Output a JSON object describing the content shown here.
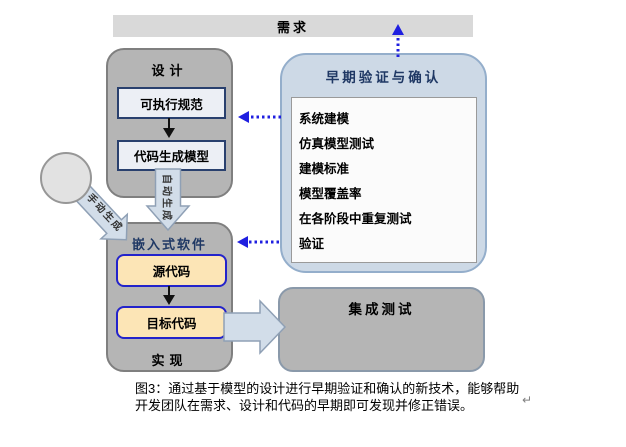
{
  "figure": {
    "caption_line1": "图3：通过基于模型的设计进行早期验证和确认的新技术，能够帮助",
    "caption_line2": "开发团队在需求、设计和代码的早期即可发现并修正错误。",
    "return_mark": "↵"
  },
  "requirements_bar": {
    "label": "需求"
  },
  "design": {
    "title": "设计",
    "executable_spec_label": "可执行规范",
    "codegen_model_label": "代码生成模型"
  },
  "generation": {
    "auto_label": "自动生成",
    "manual_label": "手动生成"
  },
  "implementation": {
    "header": "嵌入式软件",
    "source_code_label": "源代码",
    "target_code_label": "目标代码",
    "footer": "实现"
  },
  "verification": {
    "title": "早期验证与确认",
    "items": [
      "系统建模",
      "仿真模型测试",
      "建模标准",
      "模型覆盖率",
      "在各阶段中重复测试",
      "验证"
    ]
  },
  "integration": {
    "title": "集成测试"
  },
  "colors": {
    "gray_box_fill": "#b5b5b5",
    "gray_box_border": "#7f7f7f",
    "requirements_bar_fill": "#d9d9d9",
    "spec_box_fill": "#eceff5",
    "spec_box_border": "#29406e",
    "code_box_fill": "#fce5b6",
    "code_box_border": "#2323cb",
    "vv_box_fill": "#cdd9e6",
    "vv_box_border": "#94aecb",
    "fat_arrow_fill": "#d2dde9",
    "fat_arrow_border": "#8fa0b5",
    "dotted_arrow_blue": "#1f1fe0",
    "navy_text": "#1f3864"
  }
}
